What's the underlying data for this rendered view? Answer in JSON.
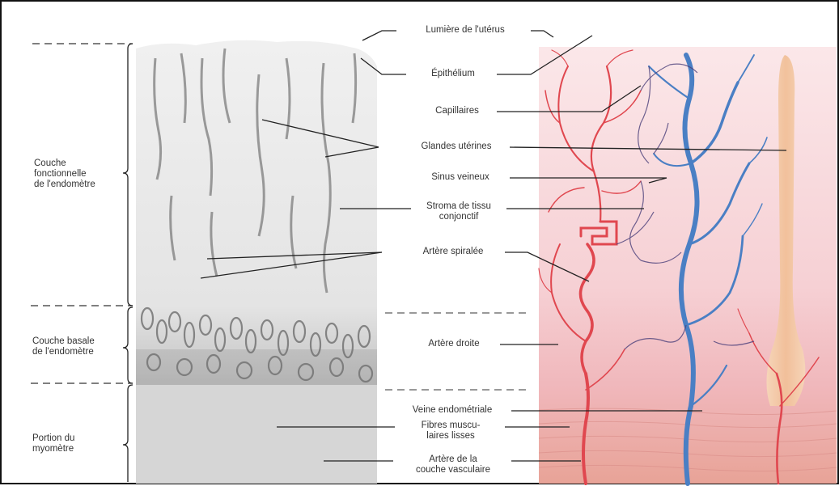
{
  "figure": {
    "layer_labels": {
      "functional": "Couche\nfonctionnelle\nde l'endomètre",
      "basal": "Couche basale\nde l'endomètre",
      "myometrium": "Portion du\nmyomètre"
    },
    "callouts": {
      "lumen": "Lumière de l'utérus",
      "epithelium": "Épithélium",
      "capillaries": "Capillaires",
      "glands": "Glandes utérines",
      "venous_sinus": "Sinus veineux",
      "stroma": "Stroma de tissu\nconjonctif",
      "spiral_artery": "Artère spiralée",
      "straight_artery": "Artère droite",
      "endometrial_vein": "Veine endométriale",
      "muscle_fibers": "Fibres muscu-\nlaires lisses",
      "vascular_artery": "Artère de la\ncouche vasculaire"
    },
    "colors": {
      "artery": "#e0474f",
      "vein": "#4a7fc4",
      "stroma_pink": "#f7d3d6",
      "basal_pink": "#efb3b8",
      "myometrium_pink": "#eba79f",
      "micrograph_light": "#e9e9e9",
      "micrograph_dark": "#9a9a9a",
      "lymph_vessel": "#f3c7a2"
    }
  }
}
